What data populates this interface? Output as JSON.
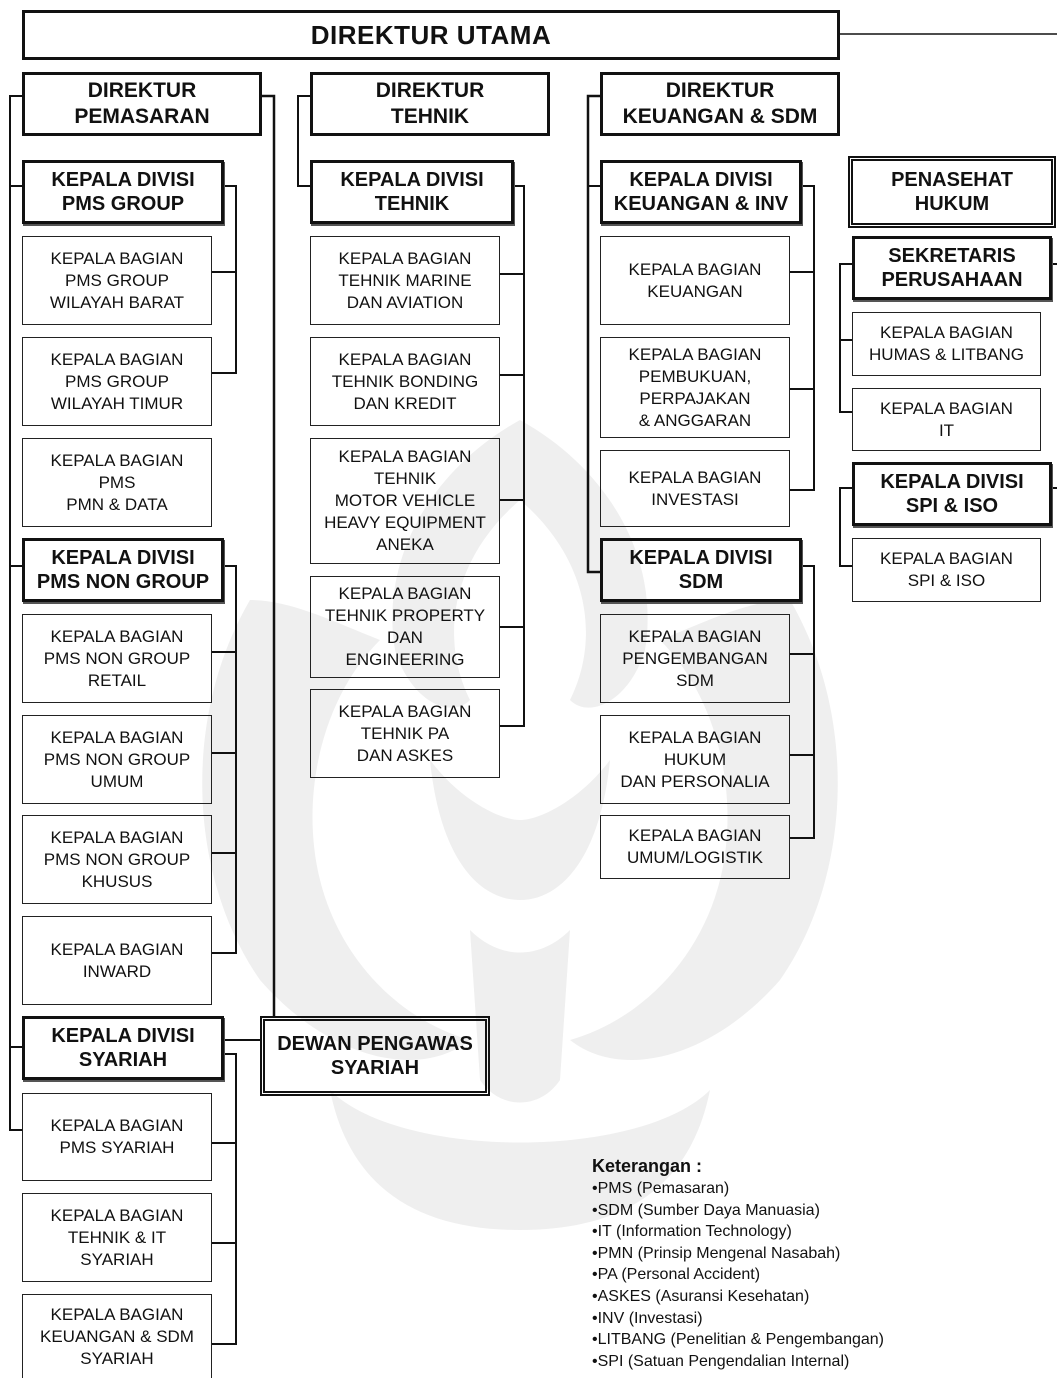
{
  "org": {
    "direktur_utama": "DIREKTUR UTAMA",
    "direktur_pemasaran": "DIREKTUR\nPEMASARAN",
    "direktur_tehnik": "DIREKTUR\nTEHNIK",
    "direktur_keuangan": "DIREKTUR\nKEUANGAN & SDM",
    "pemasaran": {
      "div_pms_group": "KEPALA DIVISI\nPMS GROUP",
      "bag_pms_barat": "KEPALA BAGIAN\nPMS GROUP\nWILAYAH BARAT",
      "bag_pms_timur": "KEPALA BAGIAN\nPMS GROUP\nWILAYAH TIMUR",
      "bag_pms_pmn": "KEPALA BAGIAN\nPMS\nPMN & DATA",
      "div_pms_non_group": "KEPALA DIVISI\nPMS NON GROUP",
      "bag_non_retail": "KEPALA BAGIAN\nPMS NON GROUP\nRETAIL",
      "bag_non_umum": "KEPALA BAGIAN\nPMS NON GROUP\nUMUM",
      "bag_non_khusus": "KEPALA BAGIAN\nPMS NON GROUP\nKHUSUS",
      "bag_inward": "KEPALA BAGIAN\nINWARD",
      "div_syariah": "KEPALA DIVISI\nSYARIAH",
      "bag_pms_syariah": "KEPALA BAGIAN\nPMS SYARIAH",
      "bag_tehnik_syariah": "KEPALA BAGIAN\nTEHNIK & IT\nSYARIAH",
      "bag_keu_syariah": "KEPALA BAGIAN\nKEUANGAN & SDM\nSYARIAH"
    },
    "dewan_pengawas": "DEWAN PENGAWAS\nSYARIAH",
    "tehnik": {
      "div_tehnik": "KEPALA DIVISI\nTEHNIK",
      "bag_marine": "KEPALA BAGIAN\nTEHNIK MARINE\nDAN AVIATION",
      "bag_bonding": "KEPALA BAGIAN\nTEHNIK BONDING\nDAN KREDIT",
      "bag_motor": "KEPALA BAGIAN\nTEHNIK\nMOTOR VEHICLE\nHEAVY EQUIPMENT\nANEKA",
      "bag_property": "KEPALA BAGIAN\nTEHNIK PROPERTY\nDAN\nENGINEERING",
      "bag_pa": "KEPALA BAGIAN\nTEHNIK PA\nDAN ASKES"
    },
    "keuangan": {
      "div_keu_inv": "KEPALA DIVISI\nKEUANGAN & INV",
      "bag_keuangan": "KEPALA BAGIAN\nKEUANGAN",
      "bag_pembukuan": "KEPALA BAGIAN\nPEMBUKUAN,\nPERPAJAKAN\n& ANGGARAN",
      "bag_investasi": "KEPALA BAGIAN\nINVESTASI",
      "div_sdm": "KEPALA DIVISI\nSDM",
      "bag_pengembangan": "KEPALA BAGIAN\nPENGEMBANGAN\nSDM",
      "bag_hukum": "KEPALA BAGIAN\nHUKUM\nDAN PERSONALIA",
      "bag_umum": "KEPALA BAGIAN\nUMUM/LOGISTIK"
    },
    "staff": {
      "penasehat": "PENASEHAT\nHUKUM",
      "sekretaris": "SEKRETARIS\nPERUSAHAAN",
      "bag_humas": "KEPALA BAGIAN\nHUMAS & LITBANG",
      "bag_it": "KEPALA BAGIAN\nIT",
      "div_spi": "KEPALA DIVISI\nSPI & ISO",
      "bag_spi": "KEPALA BAGIAN\nSPI & ISO"
    }
  },
  "legend": {
    "title": "Keterangan :",
    "items": [
      "PMS (Pemasaran)",
      "SDM (Sumber Daya Manuasia)",
      "IT (Information Technology)",
      "PMN (Prinsip Mengenal Nasabah)",
      "PA (Personal Accident)",
      "ASKES (Asuransi Kesehatan)",
      "INV (Investasi)",
      "LITBANG (Penelitian & Pengembangan)",
      "SPI (Satuan Pengendalian Internal)"
    ]
  }
}
